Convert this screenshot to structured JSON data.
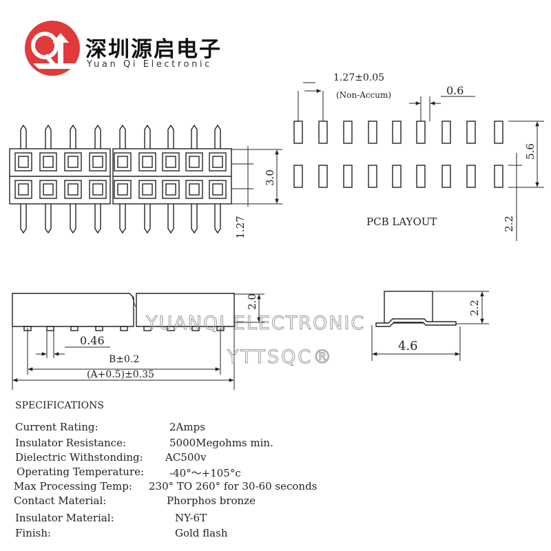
{
  "brand": {
    "name_cn": "深圳源启电子",
    "name_en": "Yuan Qi Electronic",
    "logo_color": "#e03a3a"
  },
  "dimensions": {
    "pitch": "1.27±0.05",
    "pitch_note": "(Non-Accum)",
    "pad_width": "0.6",
    "row_spacing": "5.6",
    "pad_length": "2.2",
    "body_height": "3.0",
    "pin_pitch": "1.27",
    "pin_width": "0.46",
    "b_dim": "B±0.2",
    "a_dim": "(A+0.5)±0.35",
    "side_height": "2.0",
    "end_height": "2.2",
    "end_width": "4.6"
  },
  "pcb_label": "PCB LAYOUT",
  "watermark": {
    "line1": "YUANQI ELECTRONIC",
    "line2": "YTTSQC®"
  },
  "specifications": {
    "title": "SPECIFICATIONS",
    "rows": [
      {
        "label": "Current Rating:",
        "value": "2Amps"
      },
      {
        "label": "Insulator Resistance:",
        "value": "5000Megohms min."
      },
      {
        "label": "Dielectric Withstonding:",
        "value": "AC500v"
      },
      {
        "label": "Operating Temperature:",
        "value": "-40°～+105°c"
      },
      {
        "label": "Max Processing Temp:",
        "value": "230° TO 260° for 30-60 seconds"
      },
      {
        "label": "Contact Material:",
        "value": "Phorphos bronze"
      },
      {
        "label": "Insulator Material:",
        "value": "NY-6T"
      },
      {
        "label": "Finish:",
        "value": "Gold  flash"
      }
    ]
  }
}
